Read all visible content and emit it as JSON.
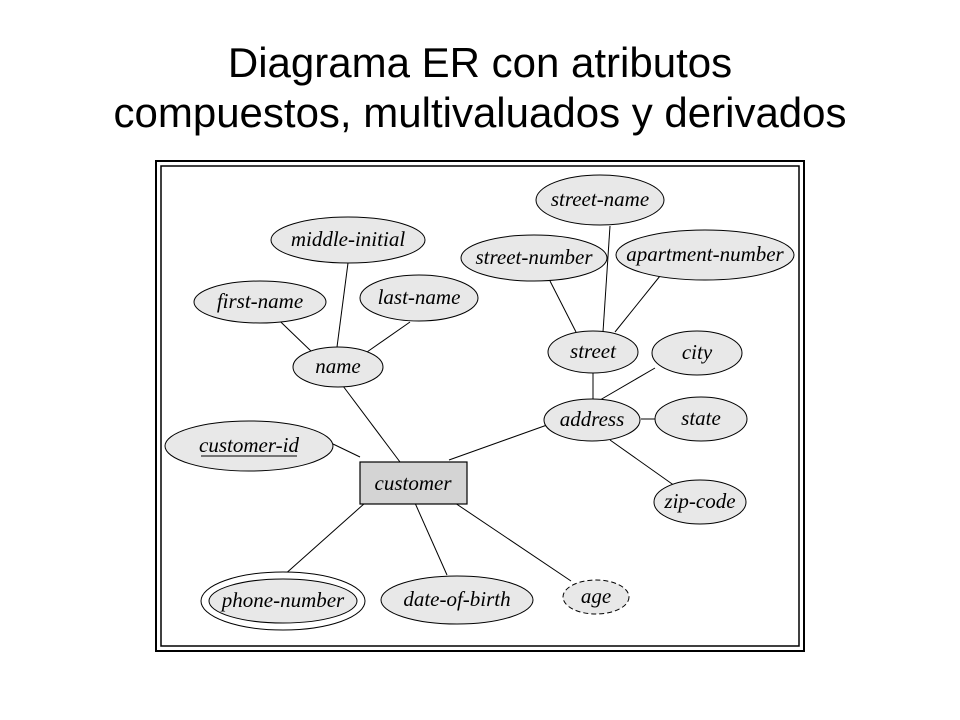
{
  "slide": {
    "title_line1": "Diagrama ER con atributos",
    "title_line2": "compuestos, multivaluados y derivados"
  },
  "diagram": {
    "entity": "customer",
    "attributes": {
      "customer_id": "customer-id",
      "name": "name",
      "first_name": "first-name",
      "middle_initial": "middle-initial",
      "last_name": "last-name",
      "address": "address",
      "street": "street",
      "street_number": "street-number",
      "street_name": "street-name",
      "apartment_number": "apartment-number",
      "city": "city",
      "state": "state",
      "zip_code": "zip-code",
      "phone_number": "phone-number",
      "date_of_birth": "date-of-birth",
      "age": "age"
    },
    "styles": {
      "entity_fill": "#d4d4d4",
      "attribute_fill": "#e8e8e8",
      "stroke": "#000000",
      "background": "#ffffff"
    }
  }
}
